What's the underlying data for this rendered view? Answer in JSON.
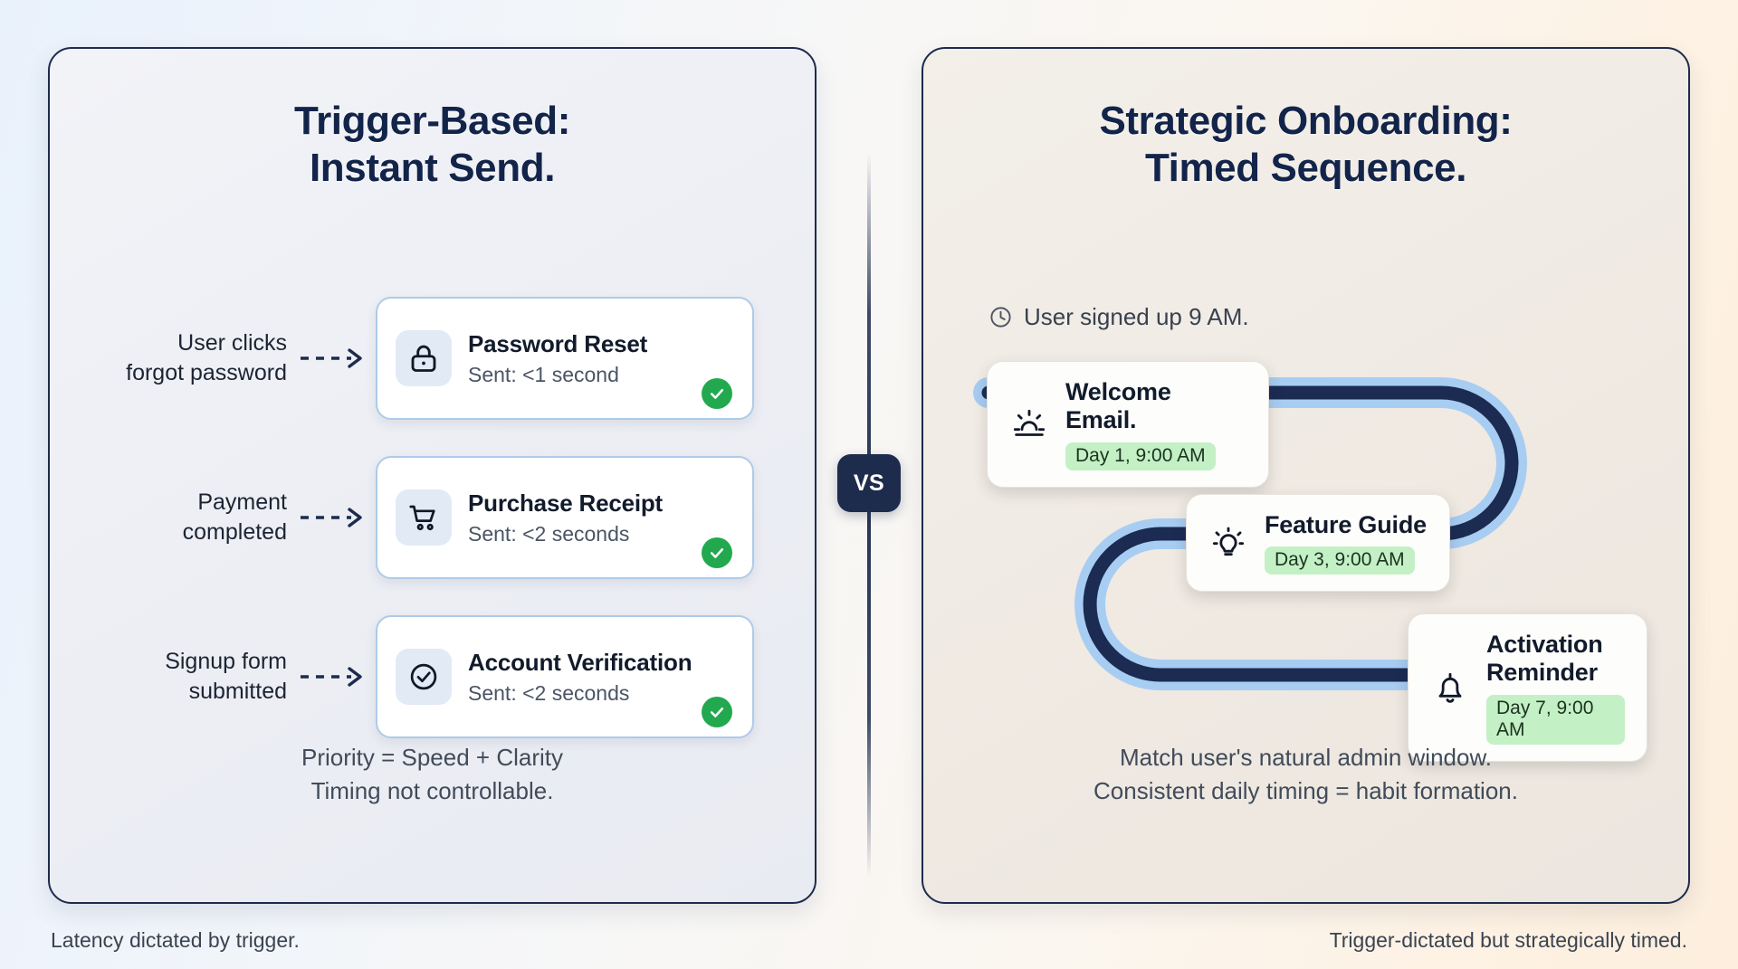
{
  "background": {
    "gradient_from": "#e9f1fb",
    "gradient_to": "#fdeedd"
  },
  "divider": {
    "badge_label": "VS",
    "badge_color": "#1d2b4c"
  },
  "left_panel": {
    "title_line1": "Trigger-Based:",
    "title_line2": "Instant Send.",
    "accent_color": "#aecbe8",
    "rows": [
      {
        "trigger_line1": "User clicks",
        "trigger_line2": "forgot password",
        "icon": "lock-icon",
        "card_title": "Password Reset",
        "card_sub": "Sent: <1 second",
        "status": "check-icon"
      },
      {
        "trigger_line1": "Payment",
        "trigger_line2": "completed",
        "icon": "shopping-cart-icon",
        "card_title": "Purchase Receipt",
        "card_sub": "Sent: <2 seconds",
        "status": "check-icon"
      },
      {
        "trigger_line1": "Signup form",
        "trigger_line2": "submitted",
        "icon": "circle-check-icon",
        "card_title": "Account Verification",
        "card_sub": "Sent: <2 seconds",
        "status": "check-icon"
      }
    ],
    "footnote_line1": "Priority = Speed + Clarity",
    "footnote_line2": "Timing not controllable.",
    "caption": "Latency dictated by trigger."
  },
  "right_panel": {
    "title_line1": "Strategic Onboarding:",
    "title_line2": "Timed Sequence.",
    "signup_note": "User signed up 9 AM.",
    "signup_icon": "clock-icon",
    "path_color": "#1b2b52",
    "path_glow_color": "#a8cdf2",
    "badge_color": "#c4f0c5",
    "steps": [
      {
        "icon": "sunrise-icon",
        "title": "Welcome Email.",
        "badge": "Day 1, 9:00 AM"
      },
      {
        "icon": "lightbulb-icon",
        "title": "Feature Guide",
        "badge": "Day 3, 9:00 AM"
      },
      {
        "icon": "bell-icon",
        "title": "Activation\nReminder",
        "badge": "Day 7, 9:00 AM"
      }
    ],
    "footnote_line1": "Match user's natural admin window.",
    "footnote_line2": "Consistent daily timing = habit formation.",
    "caption": "Trigger-dictated but strategically timed."
  }
}
